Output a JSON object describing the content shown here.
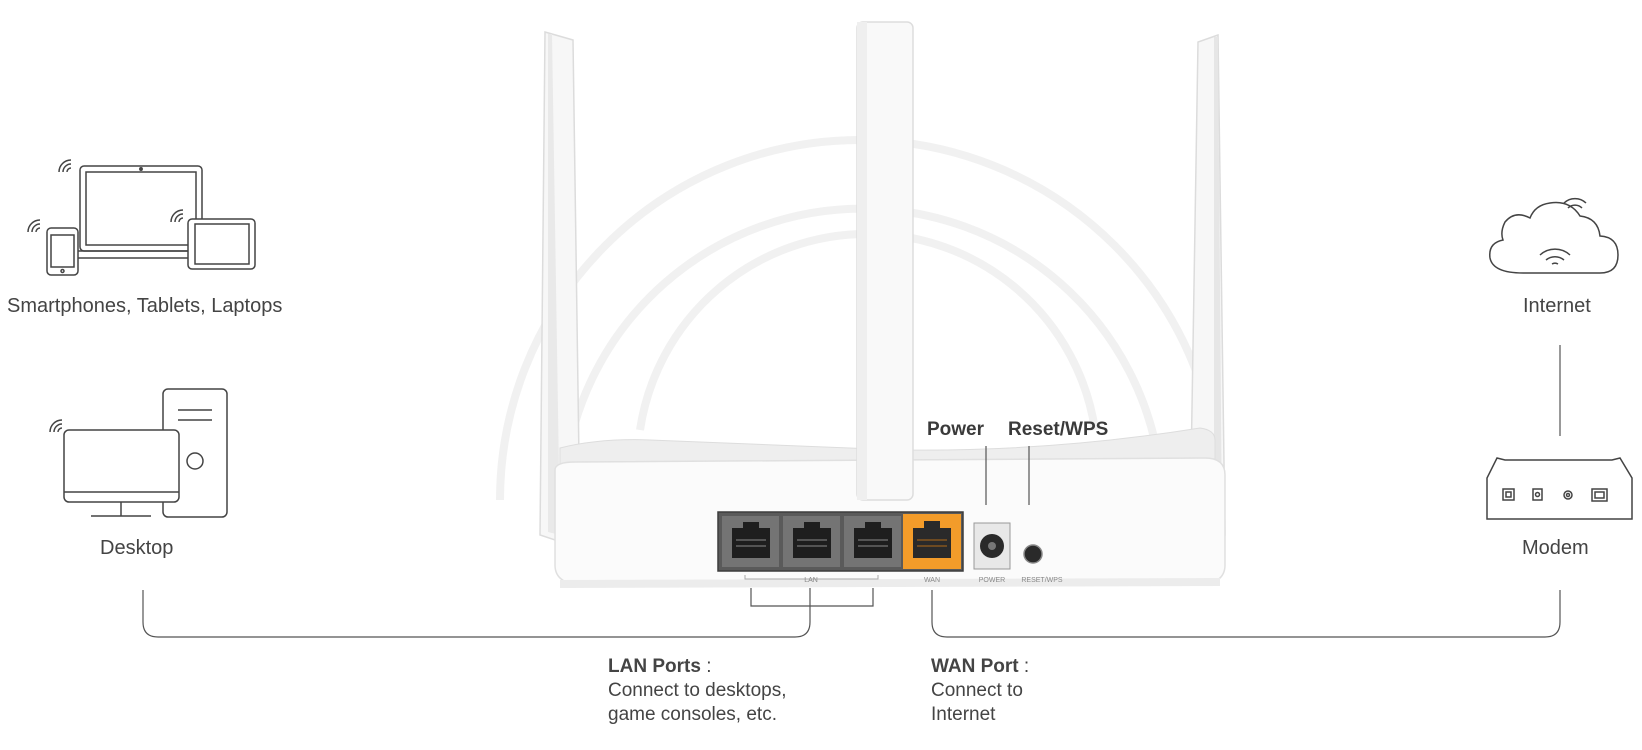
{
  "devices": {
    "mobile_label": "Smartphones, Tablets, Laptops",
    "desktop_label": "Desktop",
    "internet_label": "Internet",
    "modem_label": "Modem"
  },
  "router": {
    "power_label": "Power",
    "reset_label": "Reset/WPS",
    "panel_lan": "LAN",
    "panel_wan": "WAN",
    "panel_power": "POWER",
    "panel_reset": "RESET/WPS"
  },
  "callouts": {
    "lan_title": "LAN Ports",
    "lan_sep": ":",
    "lan_line1": "Connect to desktops,",
    "lan_line2": "game consoles, etc.",
    "wan_title": "WAN Port",
    "wan_sep": ":",
    "wan_line1": "Connect to",
    "wan_line2": "Internet"
  },
  "colors": {
    "wan_port": "#f39c2a",
    "lan_port": "#6f6f6f",
    "line": "#555555"
  }
}
